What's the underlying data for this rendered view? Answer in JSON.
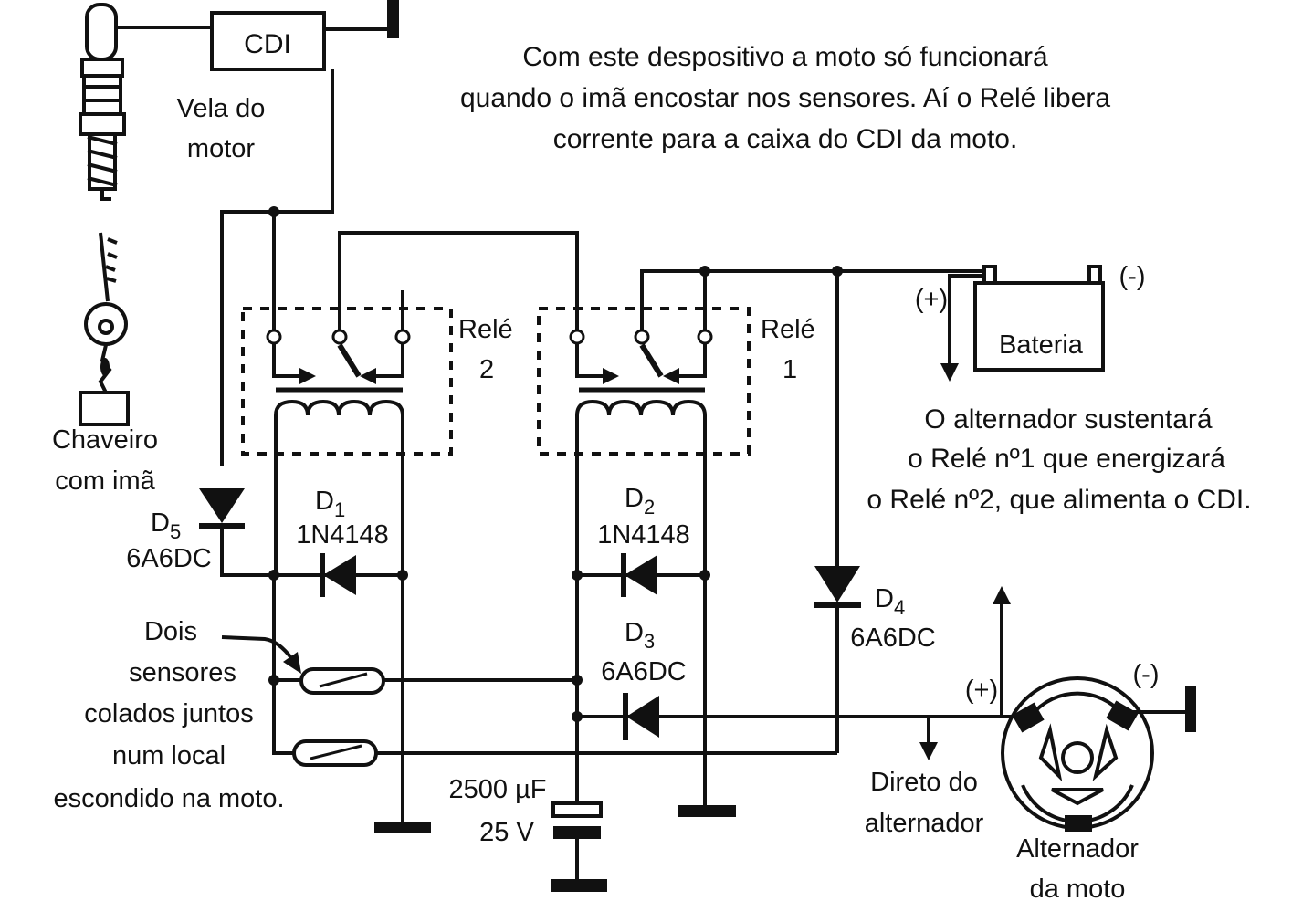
{
  "description_text": {
    "line1": "Com este despositivo a moto só funcionará",
    "line2": "quando o imã encostar nos sensores. Aí o Relé libera",
    "line3": "corrente para a caixa do CDI da moto."
  },
  "note": {
    "line1": "O alternador sustentará",
    "line2": "o Relé nº1 que energizará",
    "line3": "o Relé nº2, que alimenta o CDI."
  },
  "components": {
    "cdi": "CDI",
    "spark_plug": {
      "line1": "Vela do",
      "line2": "motor"
    },
    "keychain": {
      "line1": "Chaveiro",
      "line2": "com imã"
    },
    "d5": {
      "name": "D",
      "sub": "5",
      "part": "6A6DC"
    },
    "d1": {
      "name": "D",
      "sub": "1",
      "part": "1N4148"
    },
    "d2": {
      "name": "D",
      "sub": "2",
      "part": "1N4148"
    },
    "d3": {
      "name": "D",
      "sub": "3",
      "part": "6A6DC"
    },
    "d4": {
      "name": "D",
      "sub": "4",
      "part": "6A6DC"
    },
    "relay2": {
      "line1": "Relé",
      "line2": "2"
    },
    "relay1": {
      "line1": "Relé",
      "line2": "1"
    },
    "sensors": {
      "line1": "Dois",
      "line2": "sensores",
      "line3": "colados juntos",
      "line4": "num local",
      "line5": "escondido na moto."
    },
    "capacitor": {
      "value": "2500 µF",
      "voltage": "25 V"
    },
    "battery": {
      "label": "Bateria",
      "plus": "(+)",
      "minus": "(-)"
    },
    "alternator": {
      "line1": "Alternador",
      "line2": "da moto",
      "plus": "(+)",
      "minus": "(-)"
    },
    "direct": {
      "line1": "Direto do",
      "line2": "alternador"
    }
  }
}
